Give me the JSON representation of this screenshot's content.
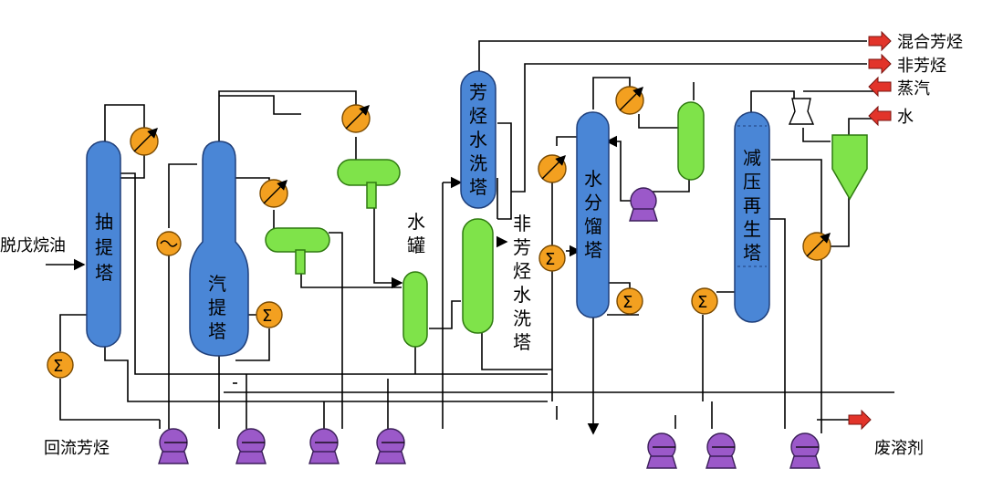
{
  "feed": {
    "label": "脱戊烷油"
  },
  "reflux": {
    "label": "回流芳烃"
  },
  "outputs": {
    "mixed_aromatics": "混合芳烃",
    "non_aromatics": "非芳烃",
    "steam": "蒸汽",
    "water": "水",
    "waste_solvent": "废溶剂"
  },
  "units": {
    "extraction_tower": [
      "抽",
      "提",
      "塔"
    ],
    "stripping_tower": [
      "汽",
      "提",
      "塔"
    ],
    "water_tank": [
      "水",
      "罐"
    ],
    "aromatic_wash_tower": [
      "芳",
      "烃",
      "水",
      "洗",
      "塔"
    ],
    "non_aromatic_wash_tower": [
      "非",
      "芳",
      "烃",
      "水",
      "洗",
      "塔"
    ],
    "water_fractionation_tower": [
      "水",
      "分",
      "馏",
      "塔"
    ],
    "vacuum_regeneration_tower": [
      "减",
      "压",
      "再",
      "生",
      "塔"
    ]
  },
  "icons": {
    "exchanger": "sigma-heat-exchanger-icon",
    "cooler": "circle-arrow-cooler-icon",
    "pump": "pump-icon",
    "arrow": "red-outlet-arrow-icon"
  },
  "colors": {
    "tower": "#4a86d6",
    "vessel": "#7fe34a",
    "exchanger": "#f3a020",
    "pump": "#9b59c9",
    "outlet": "#e2342a"
  }
}
